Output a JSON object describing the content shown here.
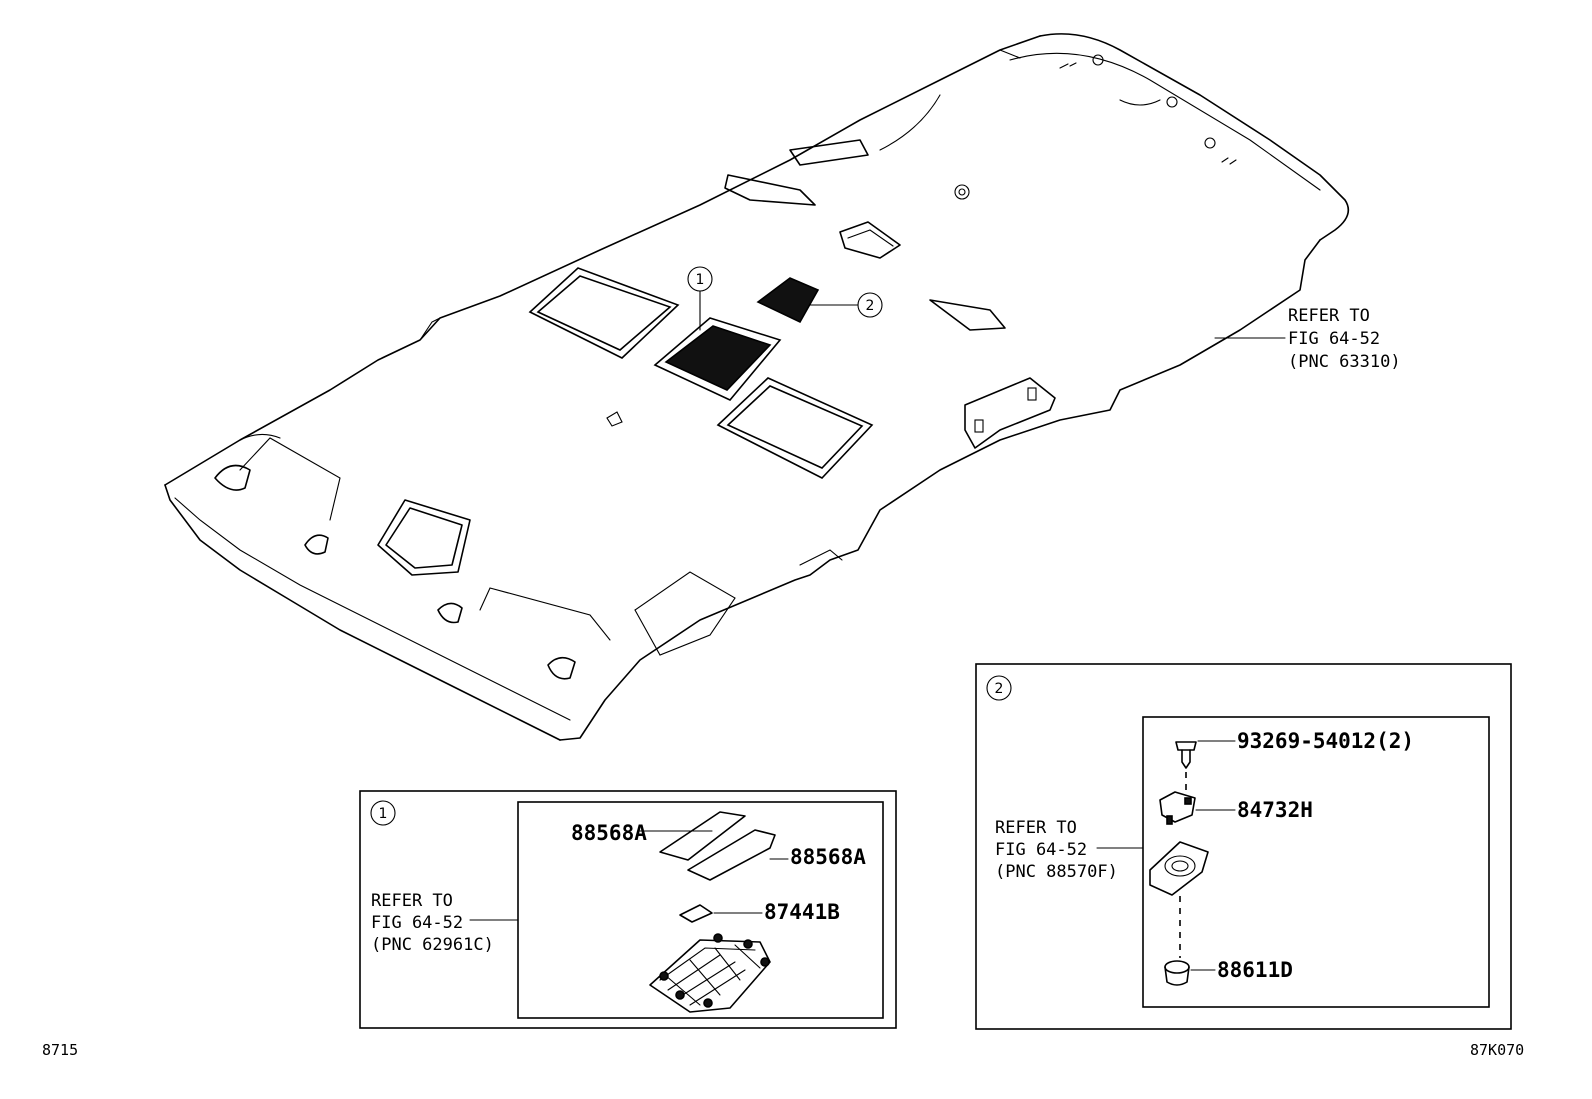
{
  "diagram": {
    "callouts": {
      "one": "1",
      "two": "2"
    },
    "main_refer": {
      "line1": "REFER TO",
      "line2": "FIG 64-52",
      "line3": "(PNC 63310)"
    },
    "inset_one": {
      "refer": {
        "line1": "REFER TO",
        "line2": "FIG 64-52",
        "line3": "(PNC 62961C)"
      },
      "parts": {
        "p_a1": "88568A",
        "p_a2": "88568A",
        "p_b": "87441B"
      }
    },
    "inset_two": {
      "refer": {
        "line1": "REFER TO",
        "line2": "FIG 64-52",
        "line3": "(PNC 88570F)"
      },
      "parts": {
        "screw": "93269-54012(2)",
        "lamp": "84732H",
        "clip": "88611D"
      }
    },
    "footer": {
      "left_code": "8715",
      "right_code": "87K070"
    }
  }
}
